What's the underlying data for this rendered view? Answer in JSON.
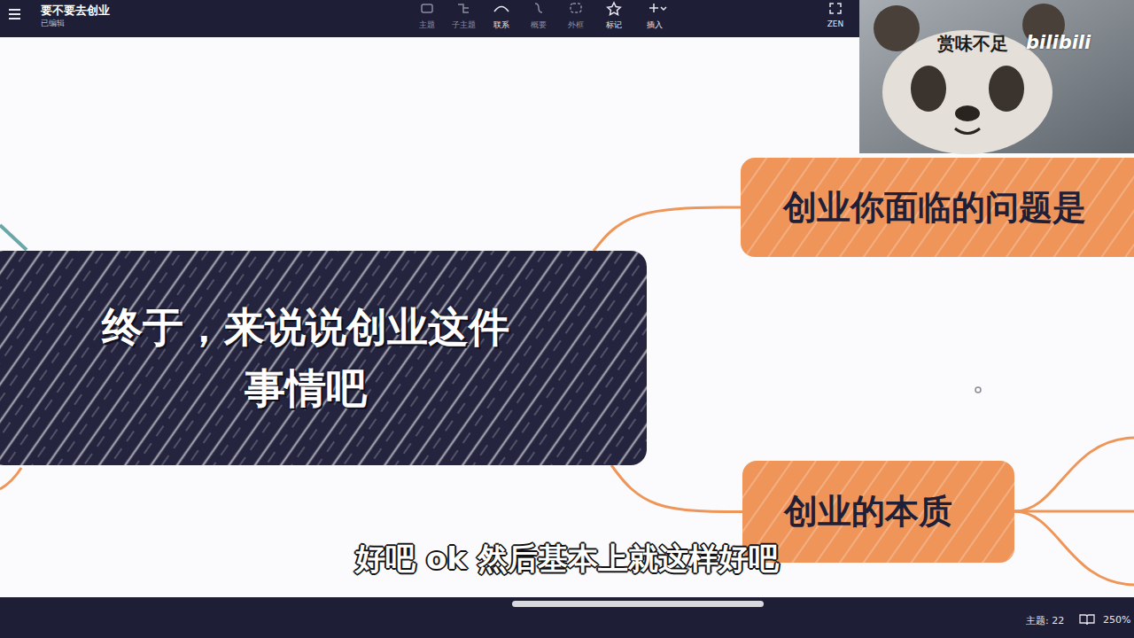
{
  "diagram": {
    "title": "要不要去创业",
    "nodes": [
      {
        "text": [
          "终于，来说说创业这件事情吧"
        ]
      },
      {
        "text": [
          "创业你面临的问题是"
        ]
      },
      {
        "text": [
          "创业的本质"
        ]
      }
    ],
    "edges": [
      {
        "from": 0,
        "to": 1,
        "arrow": "none"
      },
      {
        "from": 0,
        "to": 2,
        "arrow": "none"
      }
    ],
    "labels": [
      "已编辑",
      "主题",
      "子主题",
      "联系",
      "概要",
      "外框",
      "标记",
      "插入",
      "ZEN",
      "赏味不足",
      "bilibili",
      "好吧 ok 然后基本上就这样好吧",
      "主题: 22",
      "250%"
    ]
  }
}
